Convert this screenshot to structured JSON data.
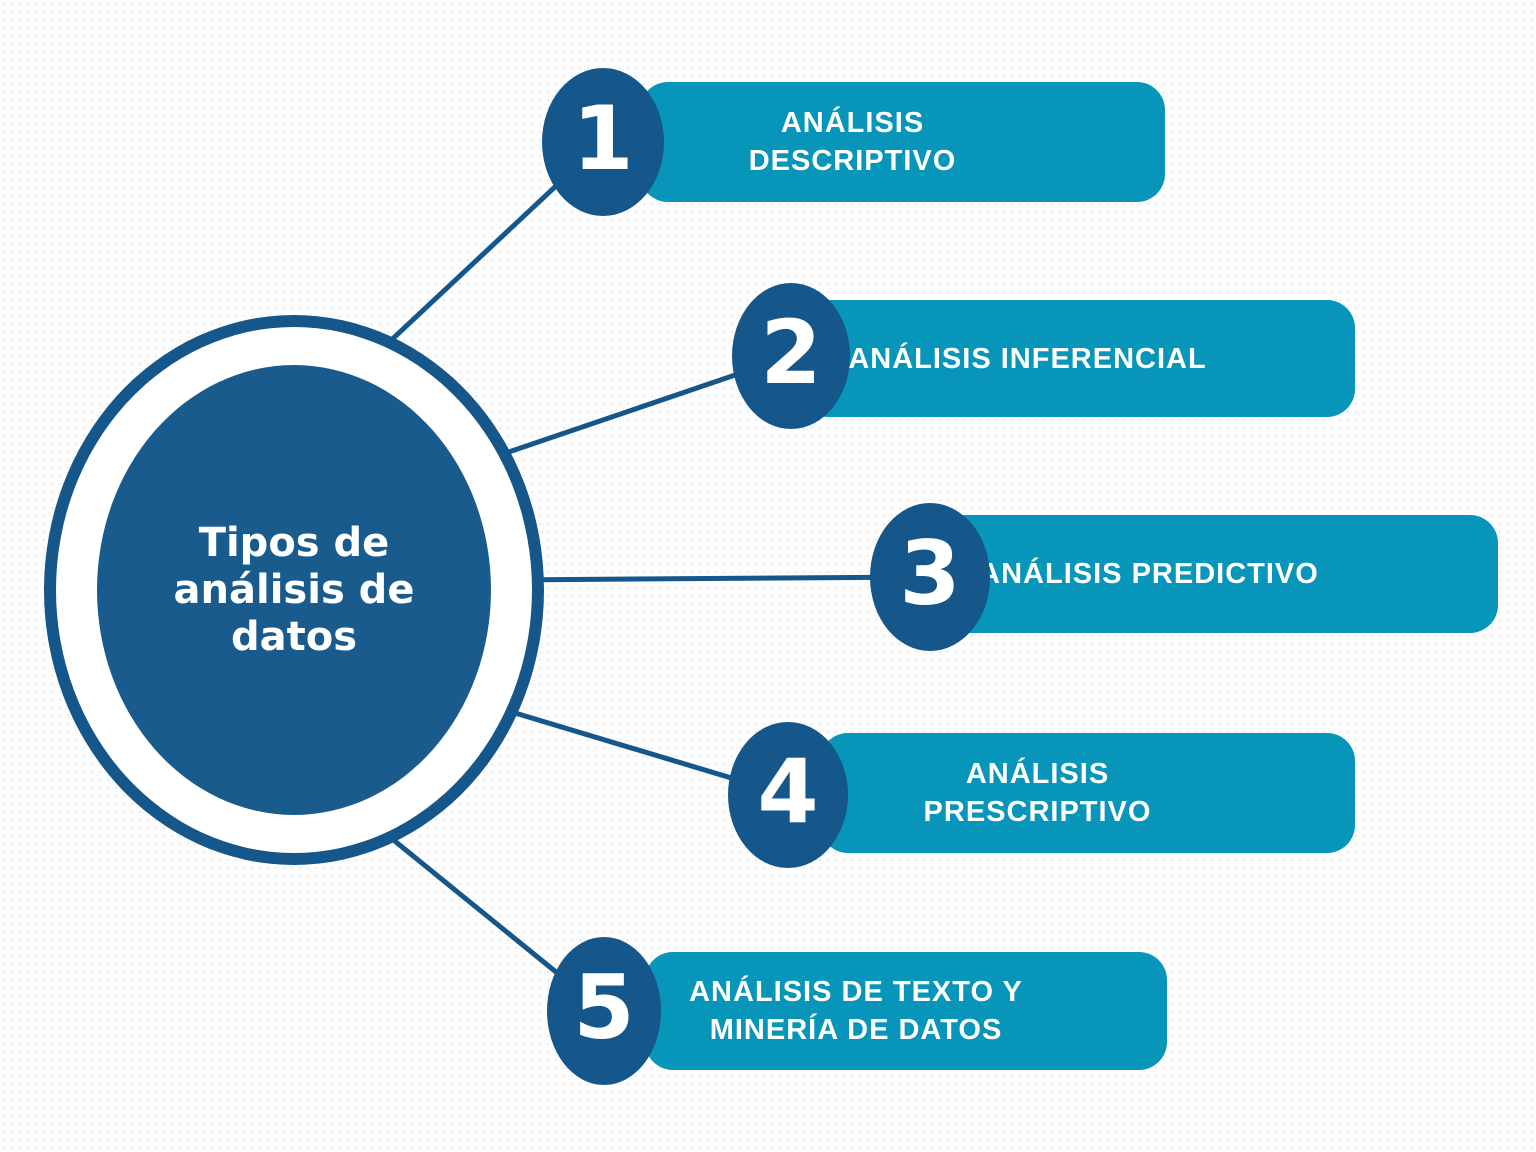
{
  "diagram": {
    "hub": {
      "title_lines": [
        "Tipos de",
        "análisis de",
        "datos"
      ]
    },
    "items": [
      {
        "number": "1",
        "label_lines": [
          "ANÁLISIS",
          "DESCRIPTIVO"
        ]
      },
      {
        "number": "2",
        "label_lines": [
          "ANÁLISIS INFERENCIAL"
        ]
      },
      {
        "number": "3",
        "label_lines": [
          "ANÁLISIS PREDICTIVO"
        ]
      },
      {
        "number": "4",
        "label_lines": [
          "ANÁLISIS",
          "PRESCRIPTIVO"
        ]
      },
      {
        "number": "5",
        "label_lines": [
          "ANÁLISIS DE TEXTO Y",
          "MINERÍA DE DATOS"
        ]
      }
    ],
    "colors": {
      "teal": "#0795B9",
      "dark_blue": "#15568B",
      "hub_fill": "#1A5B8E",
      "background": "#FDFDFD",
      "text": "#FFFFFF"
    }
  }
}
